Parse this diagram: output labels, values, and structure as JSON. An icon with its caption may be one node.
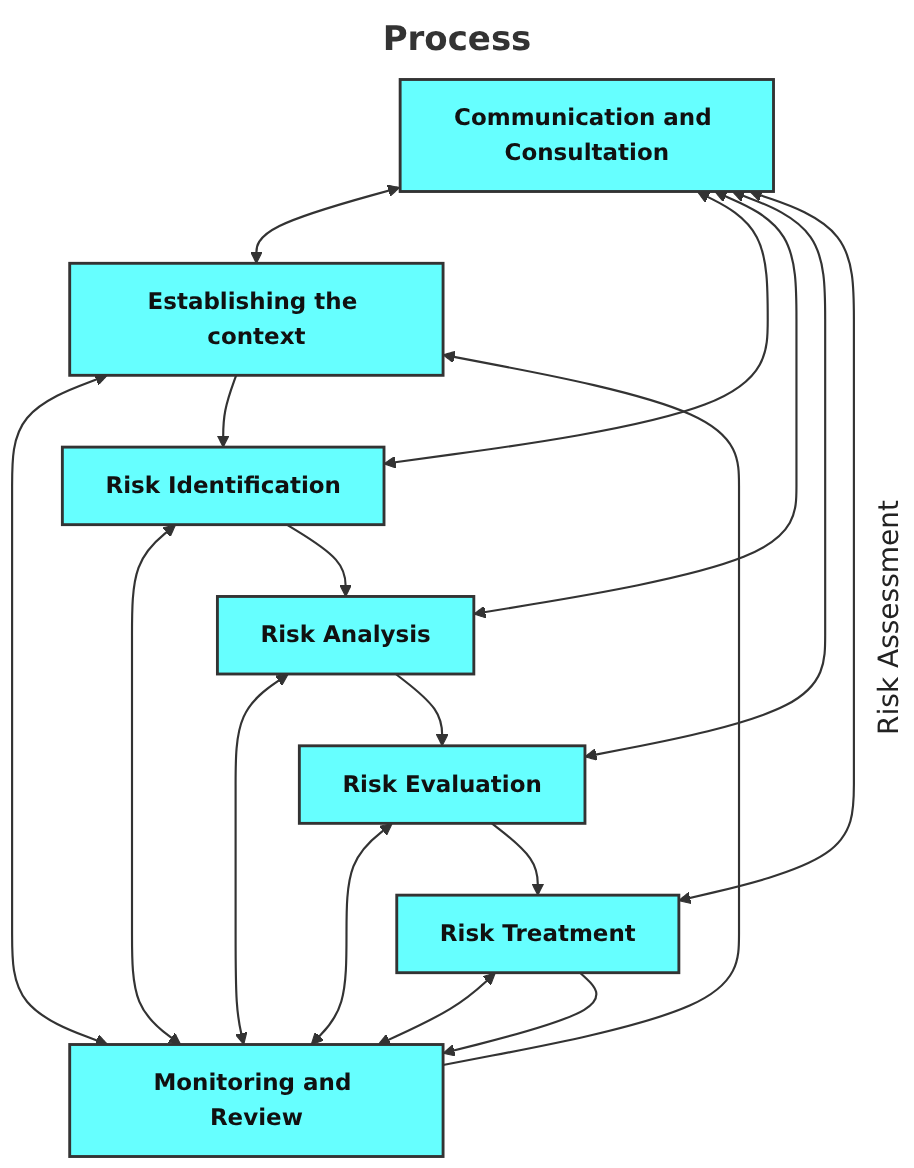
{
  "diagram": {
    "title": "Process",
    "nodes": [
      {
        "text": [
          "Communication and Consultation"
        ]
      },
      {
        "text": [
          "Establishing the context"
        ]
      },
      {
        "text": [
          "Risk Identification"
        ]
      },
      {
        "text": [
          "Risk Analysis"
        ]
      },
      {
        "text": [
          "Risk Evaluation"
        ]
      },
      {
        "text": [
          "Risk Treatment"
        ]
      },
      {
        "text": [
          "Monitoring and Review"
        ]
      }
    ],
    "edges": [
      {
        "from": 6,
        "to": 1,
        "arrow": "to"
      },
      {
        "from": 0,
        "to": 1,
        "arrow": "both"
      },
      {
        "from": 1,
        "to": 6,
        "arrow": "both"
      },
      {
        "from": 1,
        "to": 2,
        "arrow": "to"
      },
      {
        "from": 0,
        "to": 2,
        "arrow": "both"
      },
      {
        "from": 2,
        "to": 6,
        "arrow": "both"
      },
      {
        "from": 2,
        "to": 3,
        "arrow": "to"
      },
      {
        "from": 0,
        "to": 3,
        "arrow": "both"
      },
      {
        "from": 3,
        "to": 6,
        "arrow": "both"
      },
      {
        "from": 3,
        "to": 4,
        "arrow": "to"
      },
      {
        "from": 0,
        "to": 4,
        "arrow": "both"
      },
      {
        "from": 4,
        "to": 6,
        "arrow": "both"
      },
      {
        "from": 4,
        "to": 5,
        "arrow": "to"
      },
      {
        "from": 0,
        "to": 5,
        "arrow": "both"
      },
      {
        "from": 5,
        "to": 6,
        "arrow": "both"
      },
      {
        "from": 5,
        "to": 6,
        "arrow": "to"
      }
    ],
    "labels": [
      "Risk Assessment"
    ]
  }
}
